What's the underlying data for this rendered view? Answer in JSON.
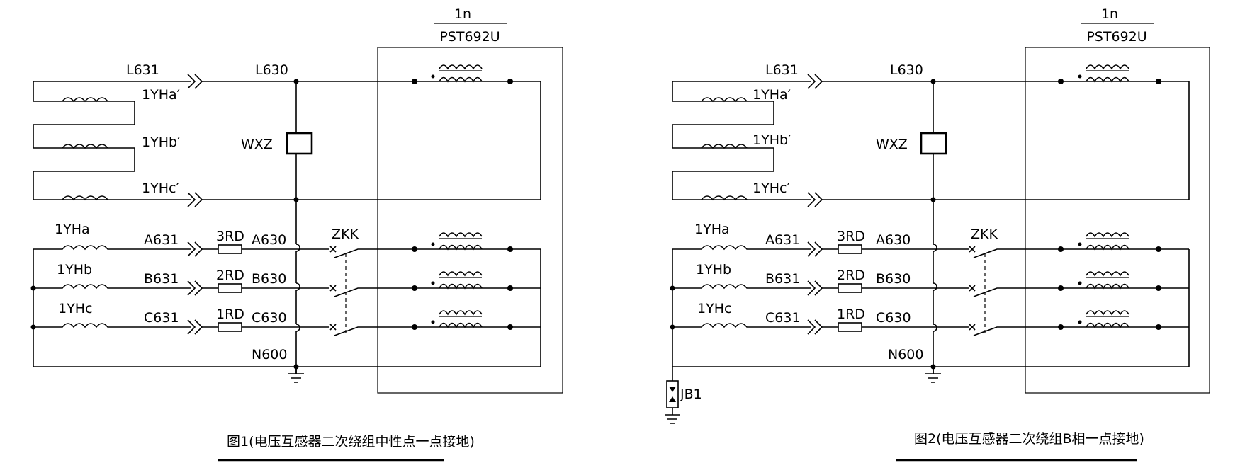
{
  "diagrams": [
    {
      "device_number": "1n",
      "device_model": "PST692U",
      "wire_l631": "L631",
      "wire_l630": "L630",
      "winding_a_prime": "1YHa′",
      "winding_b_prime": "1YHb′",
      "winding_c_prime": "1YHc′",
      "wxz_label": "WXZ",
      "zkk_label": "ZKK",
      "winding_a": "1YHa",
      "winding_b": "1YHb",
      "winding_c": "1YHc",
      "wire_a631": "A631",
      "wire_b631": "B631",
      "wire_c631": "C631",
      "fuse_a": "3RD",
      "fuse_b": "2RD",
      "fuse_c": "1RD",
      "wire_a630": "A630",
      "wire_b630": "B630",
      "wire_c630": "C630",
      "neutral": "N600",
      "jb_label": "",
      "caption": "图1(电压互感器二次绕组中性点一点接地)"
    },
    {
      "device_number": "1n",
      "device_model": "PST692U",
      "wire_l631": "L631",
      "wire_l630": "L630",
      "winding_a_prime": "1YHa′",
      "winding_b_prime": "1YHb′",
      "winding_c_prime": "1YHc′",
      "wxz_label": "WXZ",
      "zkk_label": "ZKK",
      "winding_a": "1YHa",
      "winding_b": "1YHb",
      "winding_c": "1YHc",
      "wire_a631": "A631",
      "wire_b631": "B631",
      "wire_c631": "C631",
      "fuse_a": "3RD",
      "fuse_b": "2RD",
      "fuse_c": "1RD",
      "wire_a630": "A630",
      "wire_b630": "B630",
      "wire_c630": "C630",
      "neutral": "N600",
      "jb_label": "JB1",
      "caption": "图2(电压互感器二次绕组B相一点接地)"
    }
  ]
}
